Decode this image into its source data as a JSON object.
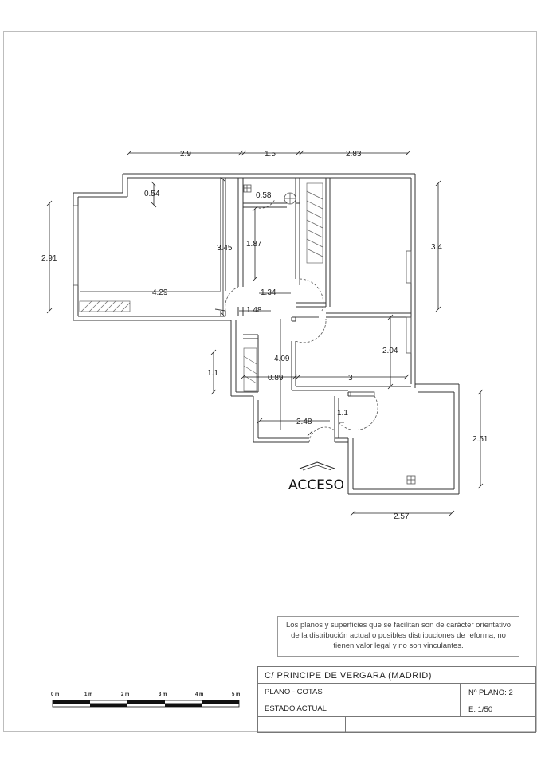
{
  "plan": {
    "dimensions": {
      "d_2_9": "2.9",
      "d_1_5": "1.5",
      "d_2_83": "2.83",
      "d_0_54": "0.54",
      "d_0_58": "0.58",
      "d_2_91": "2.91",
      "d_3_45": "3.45",
      "d_1_87": "1.87",
      "d_3_4": "3.4",
      "d_4_29": "4.29",
      "d_1_34": "1.34",
      "d_1_48": "1.48",
      "d_1_1_left": "1.1",
      "d_4_09": "4.09",
      "d_2_04": "2.04",
      "d_0_89": "0.89",
      "d_3": "3",
      "d_2_48": "2.48",
      "d_1_1_door": "1.1",
      "d_2_51": "2.51",
      "d_2_57": "2.57"
    },
    "access_label": "ACCESO"
  },
  "disclaimer": "Los planos y superficies que se facilitan son de carácter orientativo de la distribución actual o posibles distribuciones de reforma, no tienen valor legal y no son vinculantes.",
  "scale_bar": {
    "labels": [
      "0 m",
      "1 m",
      "2 m",
      "3 m",
      "4 m",
      "5 m"
    ]
  },
  "title_block": {
    "street": "C/ PRINCIPE DE VERGARA (MADRID)",
    "plano": "PLANO - COTAS",
    "plano_num": "Nº PLANO: 2",
    "estado": "ESTADO ACTUAL",
    "escala": "E: 1/50"
  }
}
